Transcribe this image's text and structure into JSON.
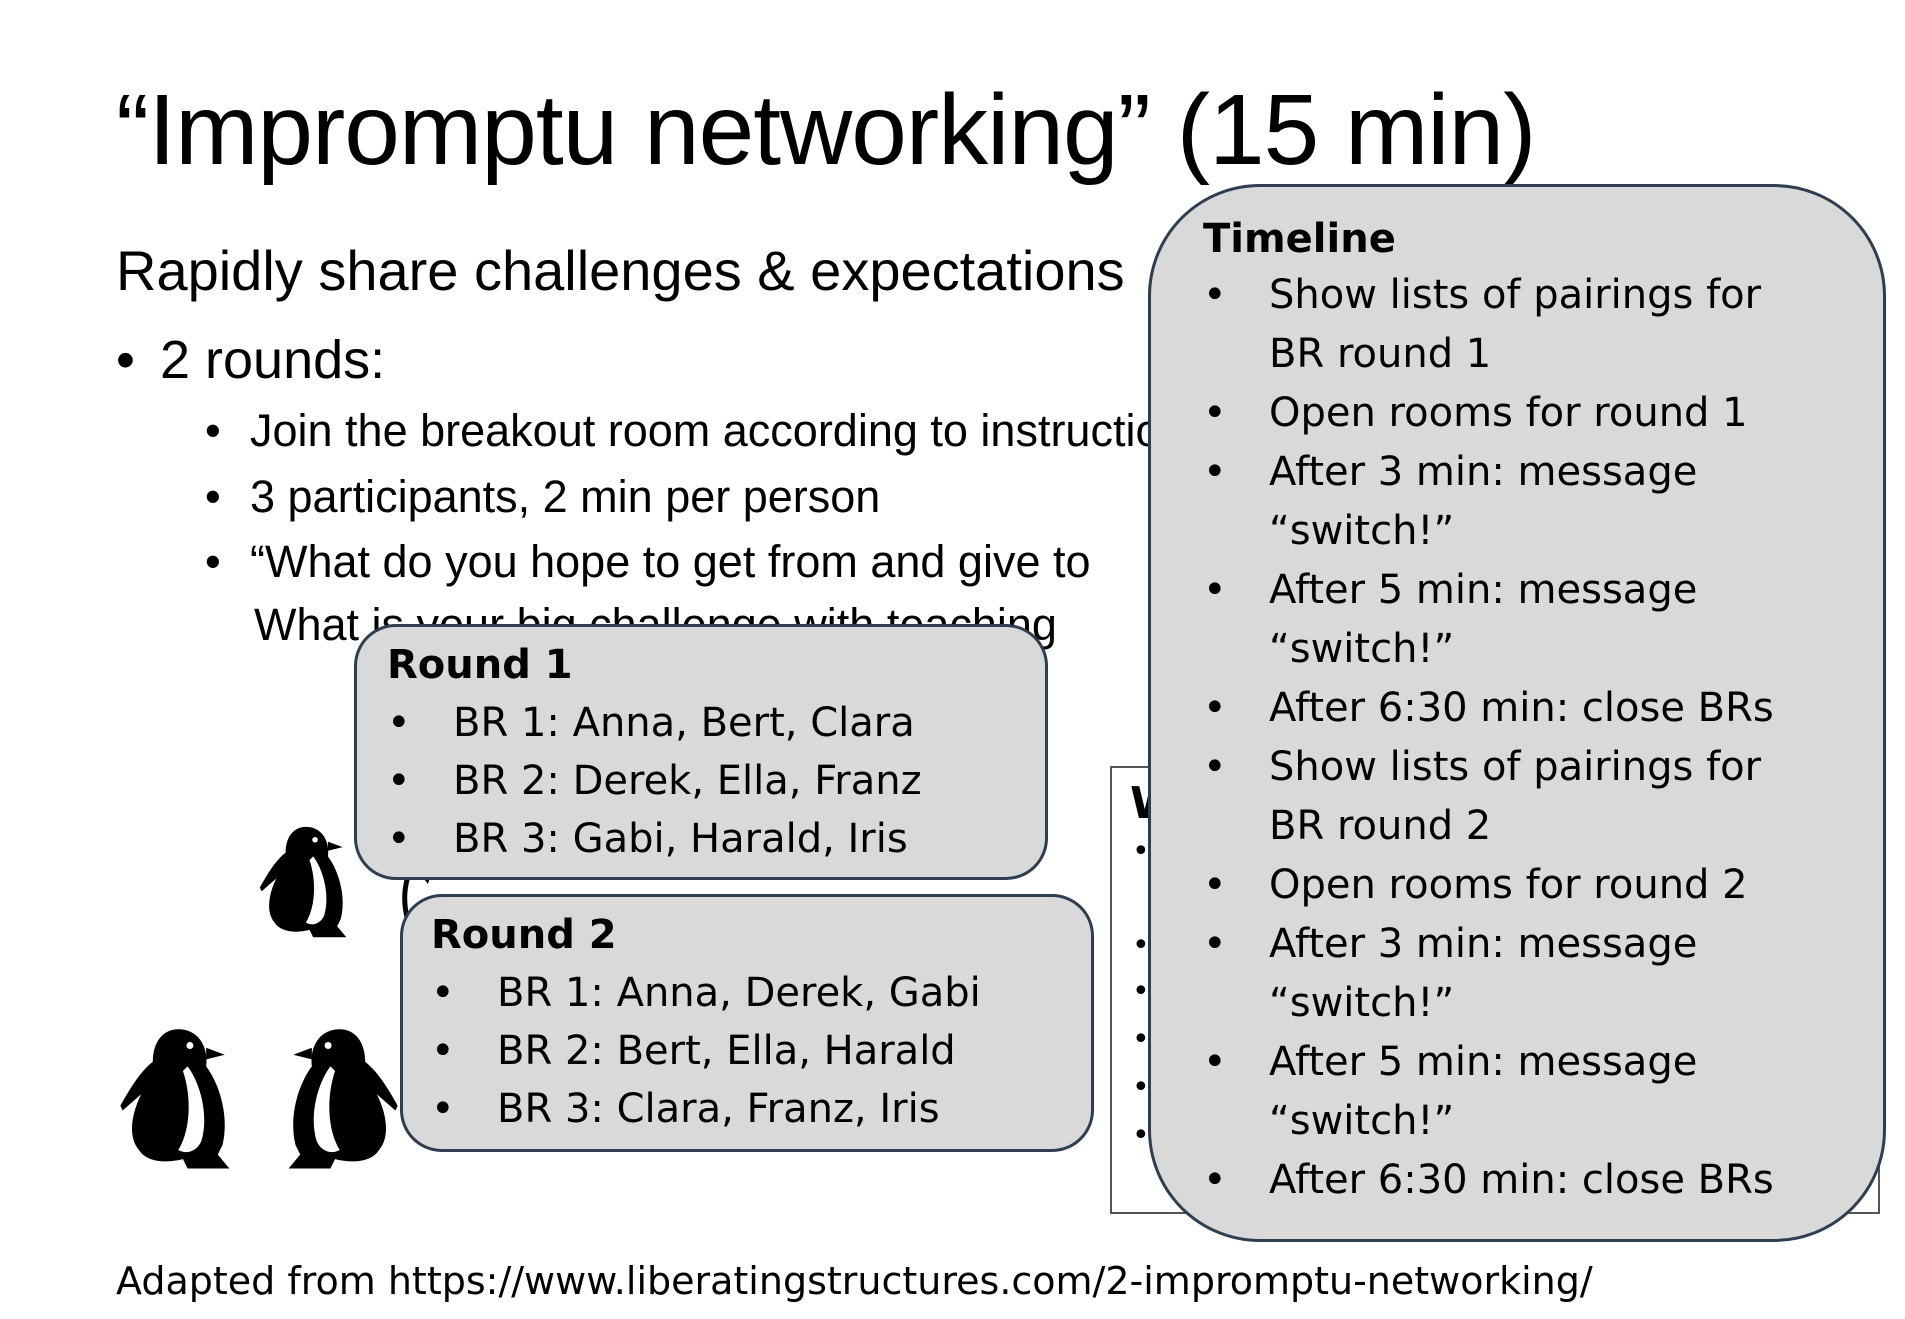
{
  "slide": {
    "title": "“Impromptu networking” (15 min)",
    "subtitle": "Rapidly share challenges & expectations",
    "level1_bullet": "•",
    "level1_text": "2 rounds:",
    "level2_bullet": "•",
    "level2_items": [
      "Join the breakout room according to instructions",
      "3 participants, 2 min per person",
      "“What do you hope to get from and give to"
    ],
    "level2_continuation": "What is your big challenge with teaching",
    "footer": "Adapted from https://www.liberatingstructures.com/2-impromptu-networking/"
  },
  "round1": {
    "title": "Round 1",
    "bullet": "•",
    "items": [
      "BR 1: Anna, Bert, Clara",
      "BR 2: Derek, Ella, Franz",
      "BR 3: Gabi, Harald, Iris"
    ]
  },
  "round2": {
    "title": "Round 2",
    "bullet": "•",
    "items": [
      "BR 1: Anna, Derek, Gabi",
      "BR 2: Bert, Ella, Harald",
      "BR 3: Clara, Franz, Iris"
    ]
  },
  "hidden_box": {
    "heading_fragment": "W",
    "bullet": "•"
  },
  "timeline": {
    "title": "Timeline",
    "bullet": "•",
    "lines": [
      {
        "bullet": true,
        "text": "Show lists of pairings for"
      },
      {
        "bullet": false,
        "text": "BR round 1"
      },
      {
        "bullet": true,
        "text": "Open rooms for round 1"
      },
      {
        "bullet": true,
        "text": "After 3 min: message"
      },
      {
        "bullet": false,
        "text": "“switch!”"
      },
      {
        "bullet": true,
        "text": "After 5 min: message"
      },
      {
        "bullet": false,
        "text": "“switch!”"
      },
      {
        "bullet": true,
        "text": "After 6:30 min: close BRs"
      },
      {
        "bullet": true,
        "text": "Show lists of pairings for"
      },
      {
        "bullet": false,
        "text": "BR round 2"
      },
      {
        "bullet": true,
        "text": "Open rooms for round 2"
      },
      {
        "bullet": true,
        "text": "After 3 min: message"
      },
      {
        "bullet": false,
        "text": "“switch!”"
      },
      {
        "bullet": true,
        "text": "After 5 min: message"
      },
      {
        "bullet": false,
        "text": "“switch!”"
      },
      {
        "bullet": true,
        "text": "After 6:30 min: close BRs"
      }
    ]
  },
  "icons": {
    "penguins": [
      "penguin-icon",
      "penguin-icon",
      "penguin-icon",
      "penguin-icon"
    ]
  },
  "colors": {
    "panel_fill": "#d9d9d9",
    "panel_border": "#2e3e4e",
    "text": "#000000"
  }
}
